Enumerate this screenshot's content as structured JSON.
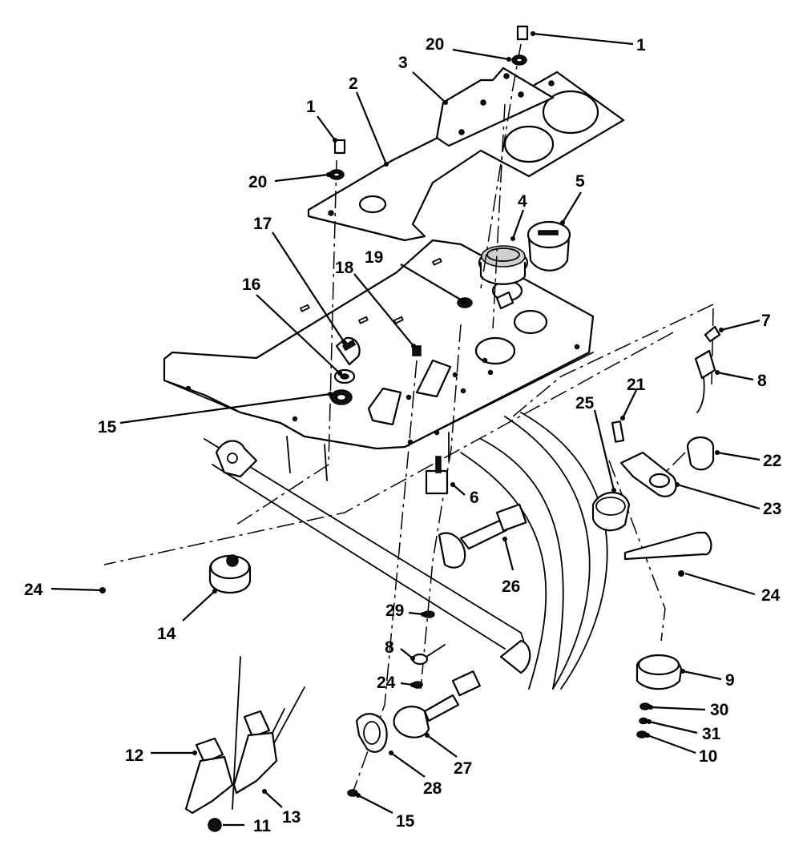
{
  "callouts": [
    {
      "id": "c1a",
      "text": "1"
    },
    {
      "id": "c1b",
      "text": "1"
    },
    {
      "id": "c2",
      "text": "2"
    },
    {
      "id": "c3",
      "text": "3"
    },
    {
      "id": "c4",
      "text": "4"
    },
    {
      "id": "c5",
      "text": "5"
    },
    {
      "id": "c6",
      "text": "6"
    },
    {
      "id": "c7",
      "text": "7"
    },
    {
      "id": "c8a",
      "text": "8"
    },
    {
      "id": "c8b",
      "text": "8"
    },
    {
      "id": "c9",
      "text": "9"
    },
    {
      "id": "c10",
      "text": "10"
    },
    {
      "id": "c11",
      "text": "11"
    },
    {
      "id": "c12",
      "text": "12"
    },
    {
      "id": "c13",
      "text": "13"
    },
    {
      "id": "c14",
      "text": "14"
    },
    {
      "id": "c15a",
      "text": "15"
    },
    {
      "id": "c15b",
      "text": "15"
    },
    {
      "id": "c16",
      "text": "16"
    },
    {
      "id": "c17",
      "text": "17"
    },
    {
      "id": "c18",
      "text": "18"
    },
    {
      "id": "c19",
      "text": "19"
    },
    {
      "id": "c20a",
      "text": "20"
    },
    {
      "id": "c20b",
      "text": "20"
    },
    {
      "id": "c21",
      "text": "21"
    },
    {
      "id": "c22",
      "text": "22"
    },
    {
      "id": "c23",
      "text": "23"
    },
    {
      "id": "c24a",
      "text": "24"
    },
    {
      "id": "c24b",
      "text": "24"
    },
    {
      "id": "c24c",
      "text": "24"
    },
    {
      "id": "c25",
      "text": "25"
    },
    {
      "id": "c26",
      "text": "26"
    },
    {
      "id": "c27",
      "text": "27"
    },
    {
      "id": "c28",
      "text": "28"
    },
    {
      "id": "c29",
      "text": "29"
    },
    {
      "id": "c30",
      "text": "30"
    },
    {
      "id": "c31",
      "text": "31"
    }
  ]
}
